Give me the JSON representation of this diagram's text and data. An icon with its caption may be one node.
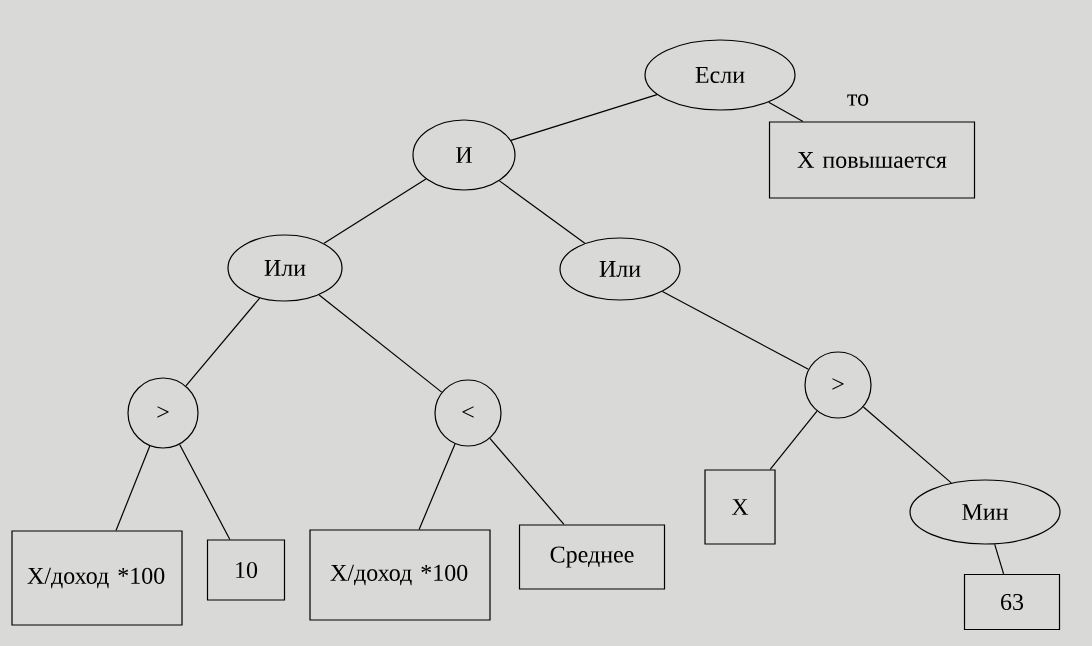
{
  "diagram": {
    "nodes": [
      {
        "text": [
          "Если"
        ]
      },
      {
        "text": [
          "И"
        ]
      },
      {
        "text": [
          "Х повышается"
        ]
      },
      {
        "text": [
          "Или"
        ]
      },
      {
        "text": [
          "Или"
        ]
      },
      {
        "text": [
          ">"
        ]
      },
      {
        "text": [
          "<"
        ]
      },
      {
        "text": [
          ">"
        ]
      },
      {
        "text": [
          "Х/доход *100"
        ]
      },
      {
        "text": [
          "10"
        ]
      },
      {
        "text": [
          "Х/доход *100"
        ]
      },
      {
        "text": [
          "Среднее"
        ]
      },
      {
        "text": [
          "Х"
        ]
      },
      {
        "text": [
          "Мин"
        ]
      },
      {
        "text": [
          "63"
        ]
      }
    ],
    "edges": [
      {
        "from": 0,
        "to": 1,
        "arrow": "none"
      },
      {
        "from": 0,
        "to": 2,
        "arrow": "none",
        "label": "то"
      },
      {
        "from": 1,
        "to": 3,
        "arrow": "none"
      },
      {
        "from": 1,
        "to": 4,
        "arrow": "none"
      },
      {
        "from": 3,
        "to": 5,
        "arrow": "none"
      },
      {
        "from": 3,
        "to": 6,
        "arrow": "none"
      },
      {
        "from": 4,
        "to": 7,
        "arrow": "none"
      },
      {
        "from": 5,
        "to": 8,
        "arrow": "none"
      },
      {
        "from": 5,
        "to": 9,
        "arrow": "none"
      },
      {
        "from": 6,
        "to": 10,
        "arrow": "none"
      },
      {
        "from": 6,
        "to": 11,
        "arrow": "none"
      },
      {
        "from": 7,
        "to": 12,
        "arrow": "none"
      },
      {
        "from": 7,
        "to": 13,
        "arrow": "none"
      },
      {
        "from": 13,
        "to": 14,
        "arrow": "none"
      }
    ]
  }
}
